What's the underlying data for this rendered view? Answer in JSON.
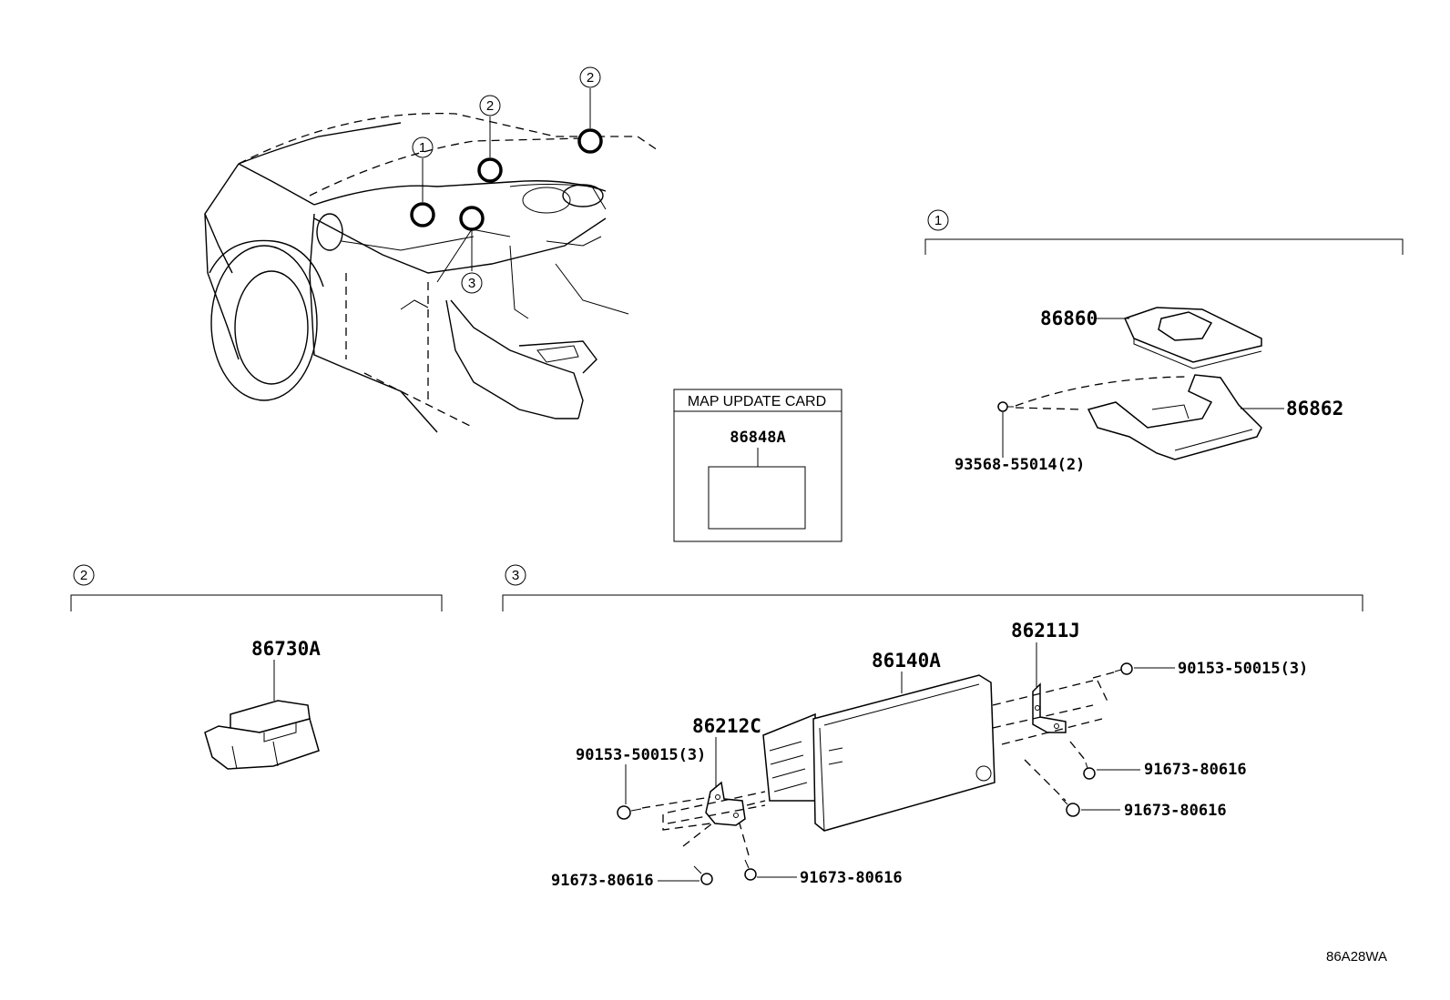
{
  "callouts": {
    "c1_top": "1",
    "c2_top_a": "2",
    "c2_top_b": "2",
    "c3_top": "3",
    "section1": "1",
    "section2": "2",
    "section3": "3"
  },
  "map_card": {
    "title": "MAP UPDATE CARD",
    "part": "86848A"
  },
  "section1": {
    "module": "86860",
    "bracket": "86862",
    "screw": "93568-55014(2)"
  },
  "section2": {
    "module": "86730A"
  },
  "section3": {
    "display_unit": "86140A",
    "bracket_right": "86211J",
    "bracket_left": "86212C",
    "screw_right_top": "90153-50015(3)",
    "bolt_right_1": "91673-80616",
    "bolt_right_2": "91673-80616",
    "screw_left": "90153-50015(3)",
    "bolt_bottom_left": "91673-80616",
    "bolt_bottom_mid": "91673-80616"
  },
  "diagram_code": "86A28WA"
}
